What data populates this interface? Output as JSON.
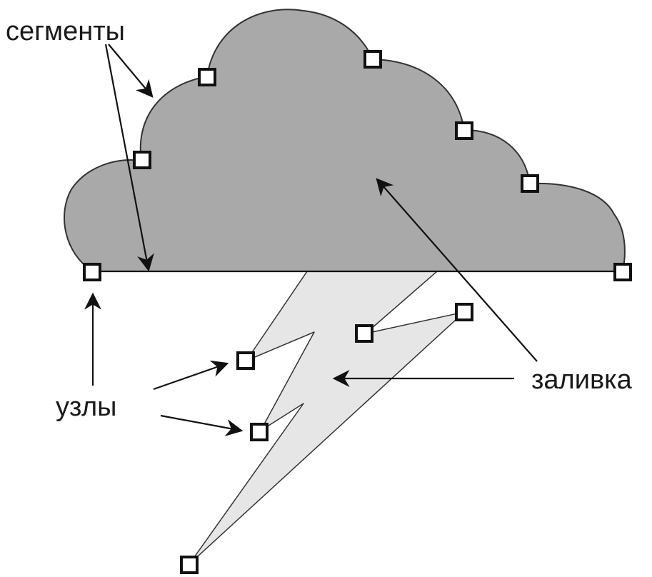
{
  "labels": {
    "segments": "сегменты",
    "nodes": "узлы",
    "fill": "заливка"
  },
  "colors": {
    "cloud_fill": "#a9a9a9",
    "lightning_fill": "#e6e6e6",
    "outline": "#111111",
    "node_fill": "#ffffff"
  }
}
